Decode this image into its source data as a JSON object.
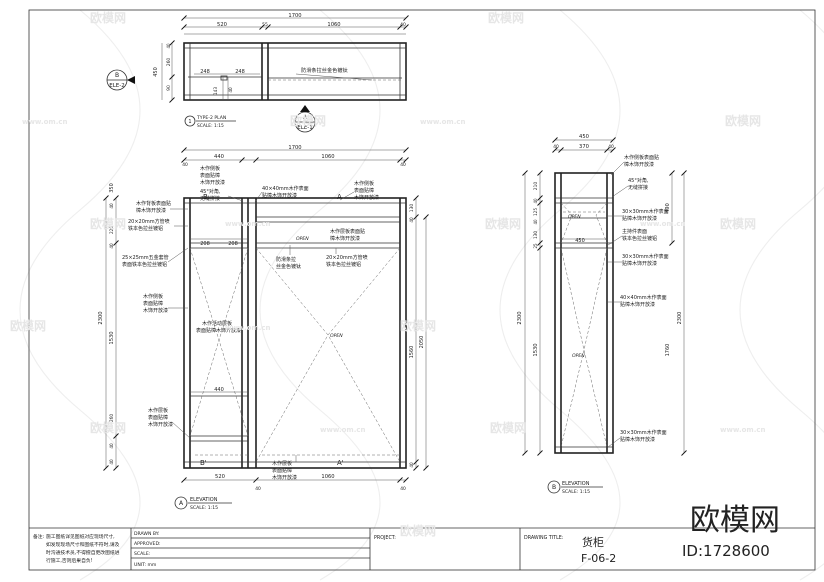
{
  "plan": {
    "total": "1700",
    "dims": [
      "520",
      "55",
      "1060",
      "40"
    ],
    "side_dims": [
      "450",
      "260",
      "90",
      "40"
    ],
    "inner_dims": [
      "248",
      "248"
    ],
    "small_dims": [
      "143",
      "40"
    ],
    "label_rail": "防滑条拉丝金色镀钛",
    "title_code": "1",
    "title_text": "TYPE-2 PLAN",
    "title_scale": "SCALE: 1:15",
    "marker_b": "B",
    "marker_b_sheet": "ELE-2",
    "marker_a": "A",
    "marker_a_sheet": "ELE-1"
  },
  "elevA": {
    "top_total": "1700",
    "top_dims": [
      "440",
      "40",
      "1060",
      "40"
    ],
    "bot_dims": [
      "520",
      "1060"
    ],
    "bot_small": [
      "40",
      "40"
    ],
    "inner_440": "440",
    "inner_208": [
      "208",
      "208"
    ],
    "h_total": "2300",
    "h_1530": "1530",
    "h_350": "350",
    "h_left_small": [
      "40",
      "40",
      "220",
      "260",
      "40",
      "40"
    ],
    "h_right": [
      "130",
      "40",
      "1560",
      "2050",
      "40"
    ],
    "labels": [
      "木作侧板",
      "表面贴樟",
      "木饰开放漆",
      "45°对角,",
      "无缝拼接",
      "40×40mm木作表面",
      "贴樟木饰开放漆",
      "木作侧板",
      "表面贴樟",
      "木饰开放漆",
      "木作背板表面贴",
      "樟木饰开放漆",
      "20×20mm方管喷",
      "铁本色拉丝镀铝",
      "木作层板表面贴",
      "樟木饰开放漆",
      "25×25mm五金套管",
      "表面铁本色拉丝镀铝",
      "防滑条拉",
      "丝金色镀钛",
      "20×20mm方管喷",
      "铁本色拉丝镀铝",
      "木作侧板",
      "表面贴樟",
      "木饰开放漆",
      "木作活动层板",
      "表面贴樟木饰开放漆",
      "木作层板",
      "表面贴樟",
      "木饰开放漆",
      "木作层板",
      "表面贴樟",
      "木饰开放漆"
    ],
    "open1": "OPEN",
    "open2": "OPEN",
    "marker_b": "B",
    "marker_b2": "B'",
    "marker_a": "A",
    "marker_a2": "A'",
    "title_code": "A",
    "title_text": "ELEVATION",
    "title_scale": "SCALE: 1:15"
  },
  "elevB": {
    "top_total": "450",
    "top_dims": [
      "40",
      "370",
      "40"
    ],
    "inner_450": "450",
    "h_total": "2300",
    "h_1530": "1530",
    "h_left_small": [
      "210",
      "40",
      "125",
      "40",
      "130",
      "25"
    ],
    "h_right": [
      "490",
      "1760",
      "2300"
    ],
    "labels": [
      "木作侧板表面贴",
      "樟木饰开放漆",
      "45°对角,",
      "无缝拼接",
      "30×30mm木作表面",
      "贴樟木饰开放漆",
      "主持件表面",
      "铁本色拉丝镀铝",
      "30×30mm木作表面",
      "贴樟木饰开放漆",
      "40×40mm木作表面",
      "贴樟木饰开放漆",
      "30×30mm木作表面",
      "贴樟木饰开放漆"
    ],
    "open1": "OPEN",
    "open2": "OPEN",
    "title_code": "B",
    "title_text": "ELEVATION",
    "title_scale": "SCALE: 1:15"
  },
  "titleblock": {
    "note_head": "备注:",
    "note_lines": [
      "施工图纸详见图纸对应现场尺寸,",
      "如发现现场尺寸和图纸不符时,请及",
      "时沟通技术员,不得擅自更改图纸进",
      "行施工,否则后果自负!"
    ],
    "drawn_by": "DRAWN BY:",
    "approved": "APPROVED:",
    "scale": "SCALE:",
    "unit": "UNIT: mm",
    "project": "PROJECT:",
    "drawing_title": "DRAWING TITLE:",
    "title_value": "货柜",
    "code_value": "F-06-2"
  },
  "watermark": {
    "brand": "欧模网",
    "id": "ID:1728600",
    "url": "www.om.cn"
  }
}
